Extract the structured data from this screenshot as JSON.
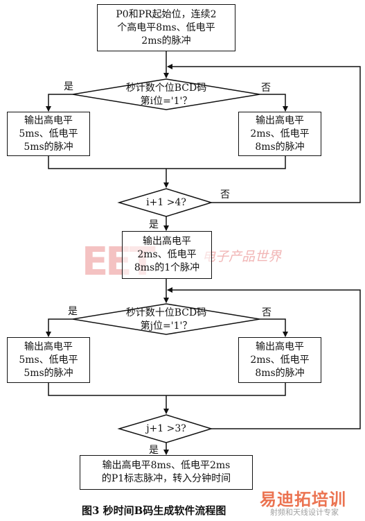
{
  "flowchart": {
    "start_box": "P0和PR起始位，连续2\n个高电平8ms、低电平\n2ms的脉冲",
    "decision1": "秒计数个位BCD码\n第i位='1'？",
    "decision1_yes": "是",
    "decision1_no": "否",
    "pulse5_left_1": "输出高电平\n5ms、低电平\n5ms的脉冲",
    "pulse2_right_1": "输出高电平\n2ms、低电平\n8ms的脉冲",
    "decision2": "i+1 >4?",
    "decision2_no": "否",
    "decision2_yes": "是",
    "p1_box": "输出高电平\n2ms、低电平\n8ms的1个脉冲",
    "decision3": "秒计数十位BCD码\n第j位='1'？",
    "decision3_yes": "是",
    "decision3_no": "否",
    "pulse5_left_2": "输出高电平\n5ms、低电平\n5ms的脉冲",
    "pulse2_right_2": "输出高电平\n2ms、低电平\n8ms的脉冲",
    "decision4": "j+1 >3?",
    "decision4_yes": "是",
    "end_box": "输出高电平8ms、低电平2ms\n的P1标志脉冲，转入分钟时间"
  },
  "caption": "图3  秒时间B码生成软件流程图",
  "watermarks": {
    "logo_text": "EET",
    "logo_cn": "电子产品世界",
    "site_main": "易迪拓培训",
    "site_sub": "射频和天线设计专家"
  }
}
